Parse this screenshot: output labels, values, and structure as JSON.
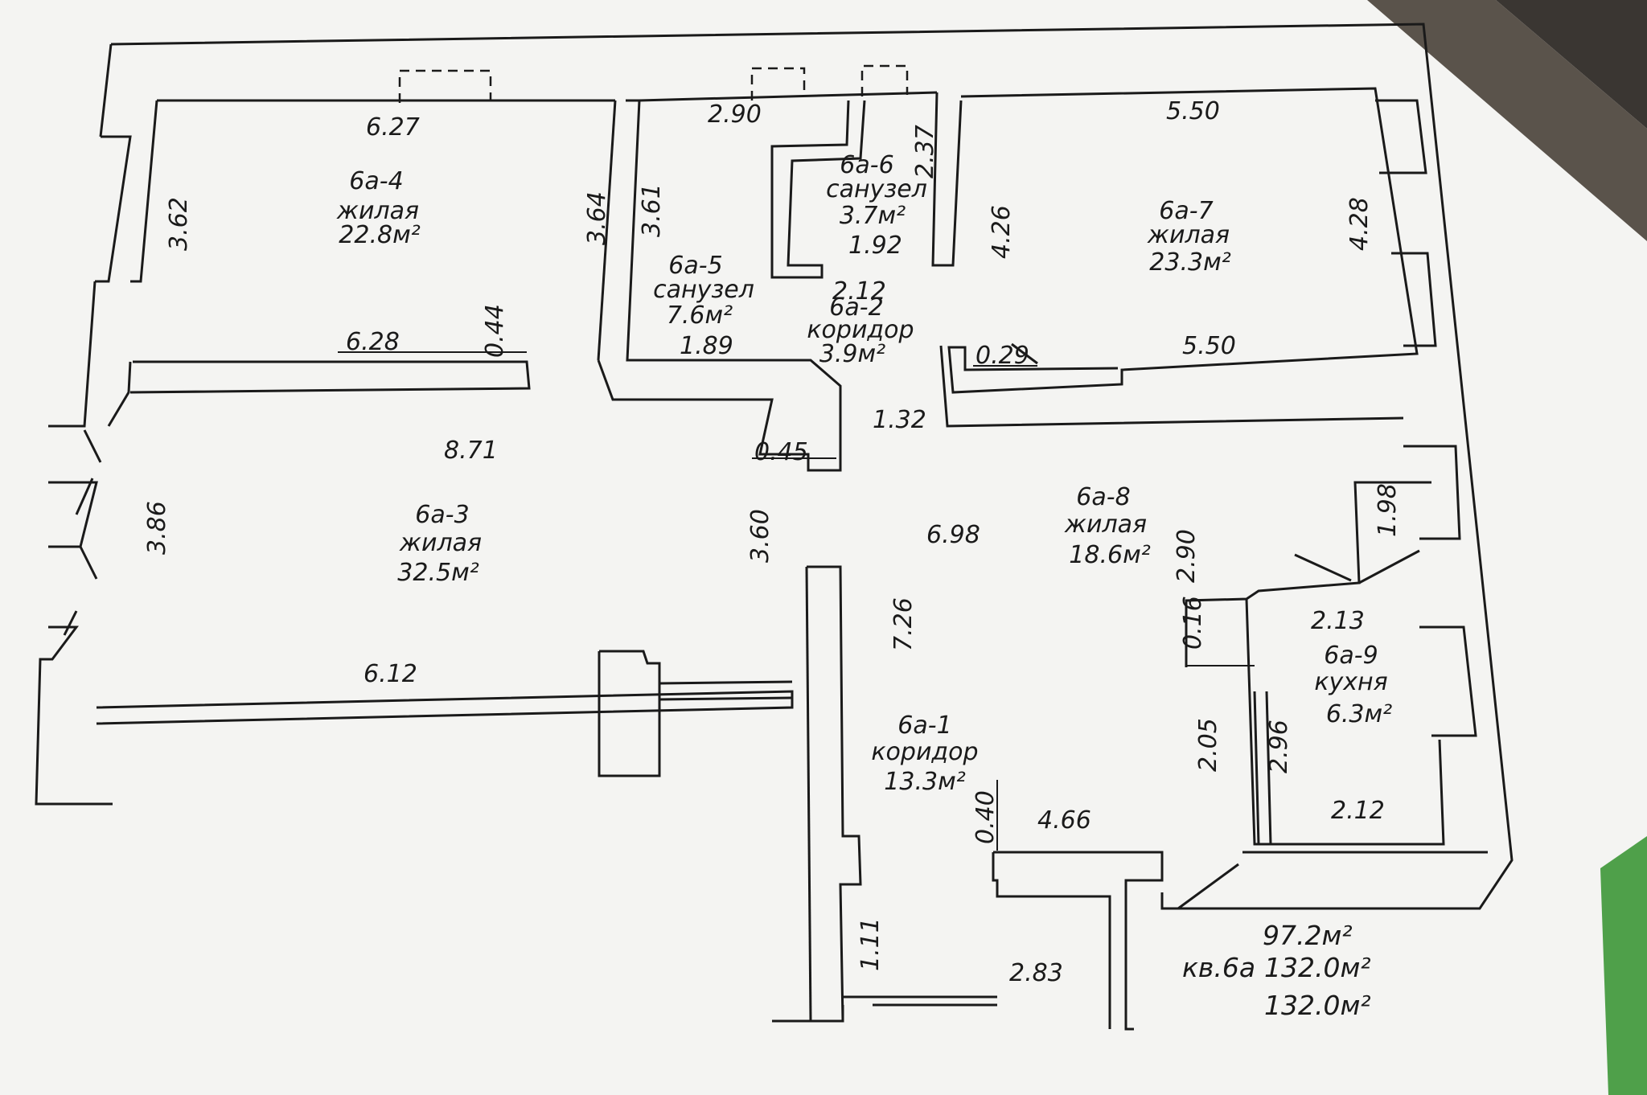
{
  "rooms": {
    "r4": {
      "id": "6а-4",
      "type": "жилая",
      "area": "22.8м²"
    },
    "r5": {
      "id": "6а-5",
      "type": "санузел",
      "area": "7.6м²"
    },
    "r6": {
      "id": "6а-6",
      "type": "санузел",
      "area": "3.7м²"
    },
    "r7": {
      "id": "6а-7",
      "type": "жилая",
      "area": "23.3м²"
    },
    "r2": {
      "id": "6а-2",
      "type": "коридор",
      "area": "3.9м²"
    },
    "r3": {
      "id": "6а-3",
      "type": "жилая",
      "area": "32.5м²"
    },
    "r8": {
      "id": "6а-8",
      "type": "жилая",
      "area": "18.6м²"
    },
    "r9": {
      "id": "6а-9",
      "type": "кухня",
      "area": "6.3м²"
    },
    "r1": {
      "id": "6а-1",
      "type": "коридор",
      "area": "13.3м²"
    }
  },
  "dimensions": {
    "d627": "6.27",
    "d290top": "2.90",
    "d550top": "5.50",
    "d362": "3.62",
    "d364": "3.64",
    "d361": "3.61",
    "d237": "2.37",
    "d192": "1.92",
    "d426": "4.26",
    "d428": "4.28",
    "d212a": "2.12",
    "d628": "6.28",
    "d044": "0.44",
    "d189": "1.89",
    "d029": "0.29",
    "d550b": "5.50",
    "d132": "1.32",
    "d871": "8.71",
    "d045": "0.45",
    "d386": "3.86",
    "d360": "3.60",
    "d698": "6.98",
    "d290b": "2.90",
    "d198": "1.98",
    "d726": "7.26",
    "d213": "2.13",
    "d016": "0.16",
    "d612": "6.12",
    "d205": "2.05",
    "d296": "2.96",
    "d212b": "2.12",
    "d040": "0.40",
    "d466": "4.66",
    "d111": "1.11",
    "d283": "2.83"
  },
  "summary": {
    "apartment": "кв.6а",
    "area_living": "97.2м²",
    "area_total": "132.0м²",
    "area_total2": "132.0м²"
  }
}
